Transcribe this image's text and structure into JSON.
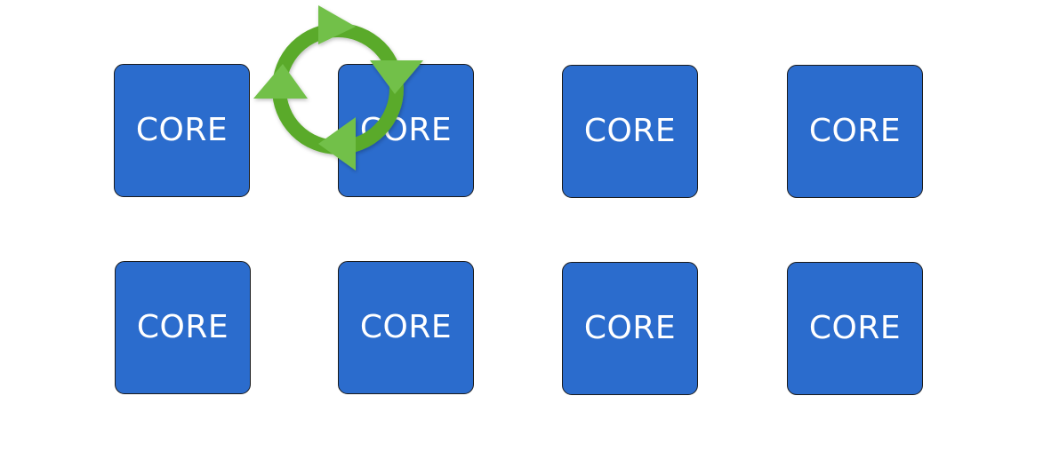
{
  "cores": [
    {
      "label": "CORE"
    },
    {
      "label": "CORE"
    },
    {
      "label": "CORE"
    },
    {
      "label": "CORE"
    },
    {
      "label": "CORE"
    },
    {
      "label": "CORE"
    },
    {
      "label": "CORE"
    },
    {
      "label": "CORE"
    }
  ],
  "colors": {
    "core_fill": "#2b6ccd",
    "core_text": "#ffffff",
    "cycle_ring": "#5aaa2a",
    "cycle_arrow": "#72c04a"
  },
  "icons": {
    "cycle": "circular-arrows-icon"
  }
}
